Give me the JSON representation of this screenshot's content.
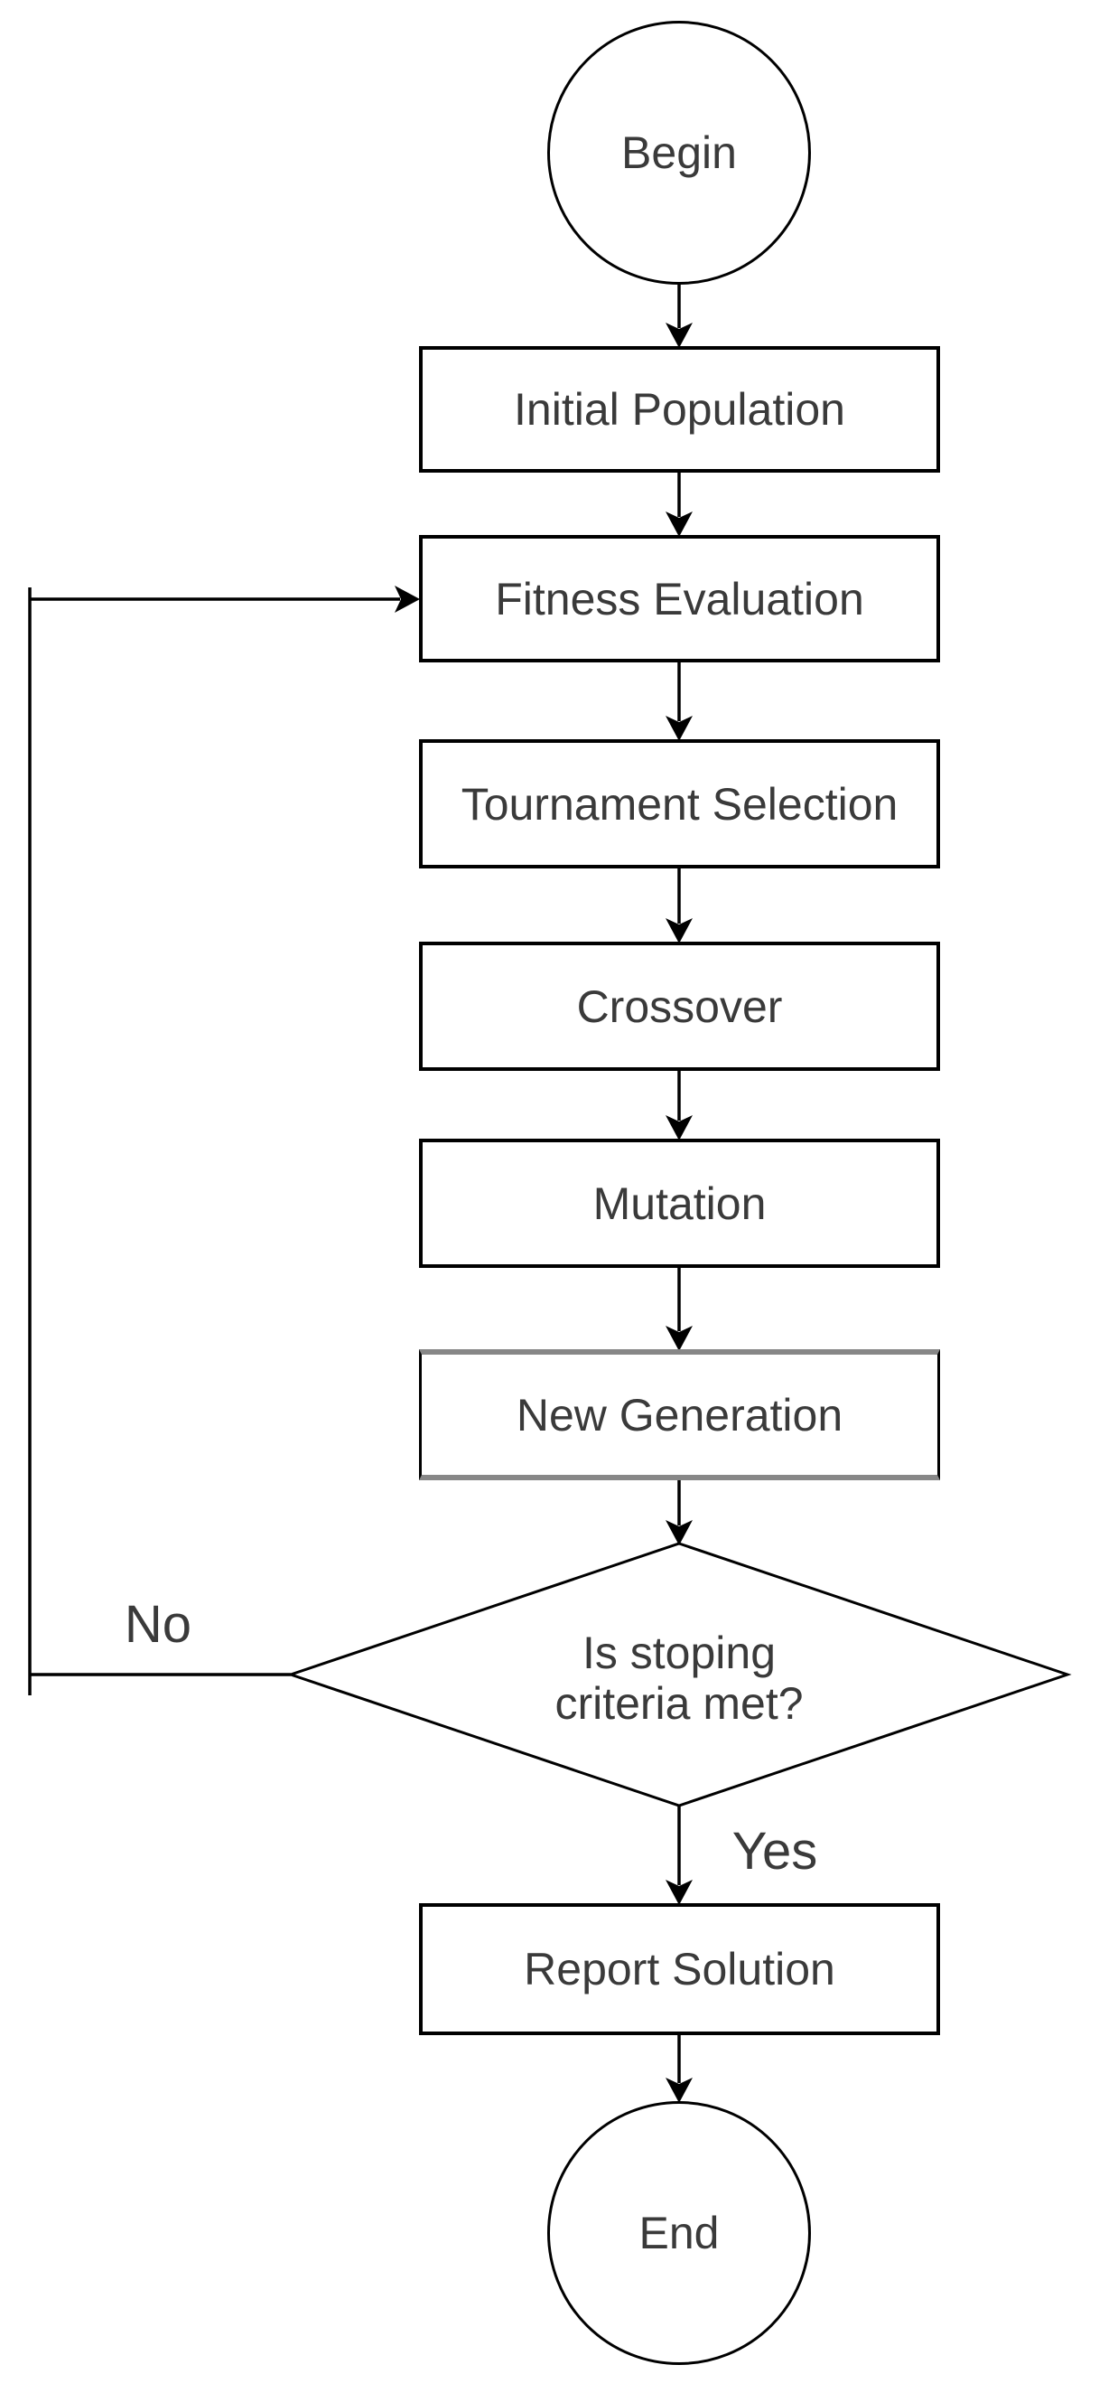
{
  "diagram": {
    "background_color": "#ffffff",
    "line_color": "#000000",
    "text_color": "#3a3a3a",
    "accent_border_color": "#878787"
  },
  "nodes": {
    "begin": {
      "label": "Begin",
      "shape": "terminator-circle"
    },
    "initial_population": {
      "label": "Initial Population",
      "shape": "process"
    },
    "fitness_evaluation": {
      "label": "Fitness Evaluation",
      "shape": "process"
    },
    "tournament_selection": {
      "label": "Tournament Selection",
      "shape": "process"
    },
    "crossover": {
      "label": "Crossover",
      "shape": "process"
    },
    "mutation": {
      "label": "Mutation",
      "shape": "process"
    },
    "new_generation": {
      "label": "New Generation",
      "shape": "process-gray-accent"
    },
    "decision": {
      "label": "Is stoping criteria met?",
      "line1": "Is stoping",
      "line2": "criteria met?",
      "shape": "decision-diamond"
    },
    "report_solution": {
      "label": "Report Solution",
      "shape": "process"
    },
    "end": {
      "label": "End",
      "shape": "terminator-circle"
    }
  },
  "edge_labels": {
    "no": "No",
    "yes": "Yes"
  }
}
